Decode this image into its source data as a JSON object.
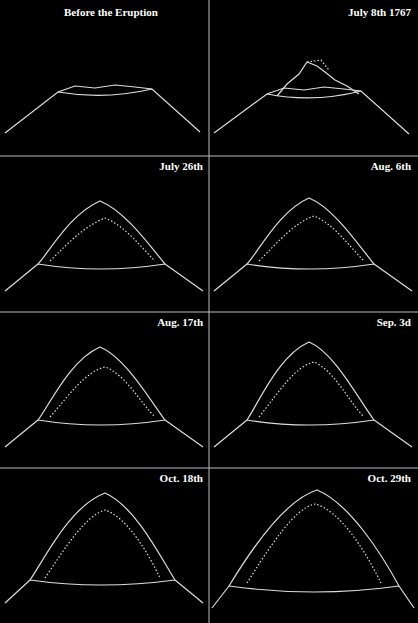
{
  "diagram": {
    "labels": [
      "Before the Eruption",
      "July 8th 1767",
      "July 26th",
      "Aug. 6th",
      "Aug. 17th",
      "Sep. 3d",
      "Oct. 18th",
      "Oct. 29th"
    ]
  }
}
